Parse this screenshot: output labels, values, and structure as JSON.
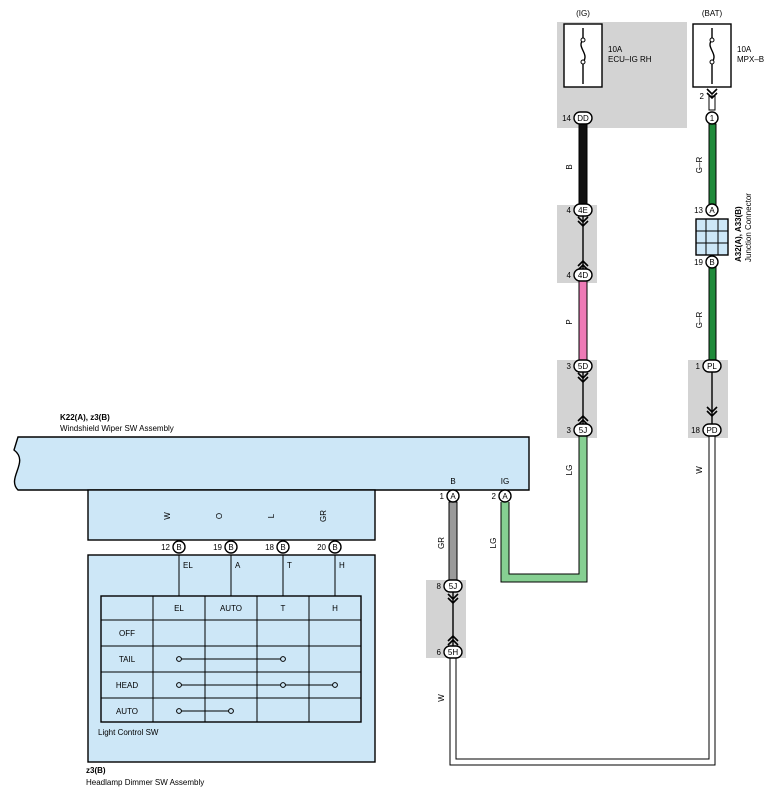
{
  "power": {
    "ig": {
      "source": "(IG)",
      "amp": "10A",
      "name": "ECU–IG RH"
    },
    "bat": {
      "source": "(BAT)",
      "amp": "10A",
      "name": "MPX–B"
    }
  },
  "connectors": [
    {
      "id": "c-dd",
      "label": "DD",
      "pin": "14"
    },
    {
      "id": "c-4e",
      "label": "4E",
      "pin": "4"
    },
    {
      "id": "c-4d",
      "label": "4D",
      "pin": "4"
    },
    {
      "id": "c-5d",
      "label": "5D",
      "pin": "3"
    },
    {
      "id": "c-5j-top",
      "label": "5J",
      "pin": "3"
    },
    {
      "id": "c-1",
      "label": "1",
      "pin": "2"
    },
    {
      "id": "c-a",
      "label": "A",
      "pin": "13"
    },
    {
      "id": "c-b",
      "label": "B",
      "pin": "19"
    },
    {
      "id": "c-pl",
      "label": "PL",
      "pin": "1"
    },
    {
      "id": "c-pd",
      "label": "PD",
      "pin": "18"
    },
    {
      "id": "c-wb-a1",
      "label": "A",
      "pin": "1"
    },
    {
      "id": "c-wb-a2",
      "label": "A",
      "pin": "2"
    },
    {
      "id": "c-5j-low",
      "label": "5J",
      "pin": "8"
    },
    {
      "id": "c-5h",
      "label": "5H",
      "pin": "6"
    },
    {
      "id": "c-b12",
      "label": "B",
      "pin": "12"
    },
    {
      "id": "c-b19",
      "label": "B",
      "pin": "19"
    },
    {
      "id": "c-b18",
      "label": "B",
      "pin": "18"
    },
    {
      "id": "c-b20",
      "label": "B",
      "pin": "20"
    }
  ],
  "wires": [
    {
      "id": "w-b",
      "code": "B",
      "color": "#111111"
    },
    {
      "id": "w-p",
      "code": "P",
      "color": "#ee7ab6"
    },
    {
      "id": "w-lg-right",
      "code": "LG",
      "color": "#86cf92"
    },
    {
      "id": "w-gr-top",
      "code": "G–R",
      "color": "#1f8a3a"
    },
    {
      "id": "w-gr-mid",
      "code": "G–R",
      "color": "#1f8a3a"
    },
    {
      "id": "w-w-right",
      "code": "W",
      "color": "#ffffff"
    },
    {
      "id": "w-lg-mid",
      "code": "LG",
      "color": "#86cf92"
    },
    {
      "id": "w-gr-low",
      "code": "GR",
      "color": "#9a9a9a"
    },
    {
      "id": "w-w-low",
      "code": "W",
      "color": "#ffffff"
    },
    {
      "id": "w-w-sw",
      "code": "W",
      "color": "#ffffff"
    },
    {
      "id": "w-o-sw",
      "code": "O",
      "color": "#f08a1c"
    },
    {
      "id": "w-l-sw",
      "code": "L",
      "color": "#1aa3e0"
    },
    {
      "id": "w-gr-sw",
      "code": "GR",
      "color": "#9a9a9a"
    }
  ],
  "junction": {
    "code": "A32(A), A33(B)",
    "name": "Junction Connector"
  },
  "wiper_assembly": {
    "code": "K22(A), z3(B)",
    "name": "Windshield Wiper SW Assembly",
    "pin_b": "B",
    "pin_ig": "IG"
  },
  "switch_pins": [
    "EL",
    "A",
    "T",
    "H"
  ],
  "light_table": {
    "headers": [
      "",
      "EL",
      "AUTO",
      "T",
      "H"
    ],
    "rows": [
      "OFF",
      "TAIL",
      "HEAD",
      "AUTO"
    ]
  },
  "light_control_label": "Light Control SW",
  "dimmer_assembly": {
    "code": "z3(B)",
    "name": "Headlamp Dimmer SW Assembly"
  },
  "colors": {
    "panel_fill": "#cde7f7",
    "shade": "#d3d3d3",
    "outline": "#000000"
  }
}
